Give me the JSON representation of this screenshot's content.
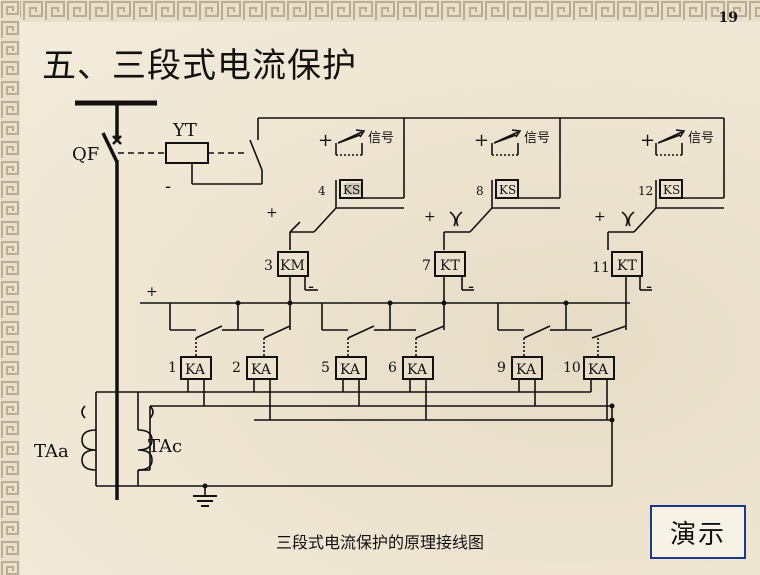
{
  "page_number": "19",
  "title": "五、三段式电流保护",
  "caption": "三段式电流保护的原理接线图",
  "demo_button": "演示",
  "labels": {
    "breaker": "QF",
    "trip_coil": "YT",
    "ct_a": "TAa",
    "ct_c": "TAc",
    "plus": "+",
    "minus": "-",
    "signal": "信号"
  },
  "relays": {
    "ks1": {
      "num": "4",
      "name": "KS"
    },
    "ks2": {
      "num": "8",
      "name": "KS"
    },
    "ks3": {
      "num": "12",
      "name": "KS"
    },
    "km": {
      "num": "3",
      "name": "KM"
    },
    "kt1": {
      "num": "7",
      "name": "KT"
    },
    "kt2": {
      "num": "11",
      "name": "KT"
    },
    "ka1": {
      "num": "1",
      "name": "KA"
    },
    "ka2": {
      "num": "2",
      "name": "KA"
    },
    "ka5": {
      "num": "5",
      "name": "KA"
    },
    "ka6": {
      "num": "6",
      "name": "KA"
    },
    "ka9": {
      "num": "9",
      "name": "KA"
    },
    "ka10": {
      "num": "10",
      "name": "KA"
    }
  }
}
